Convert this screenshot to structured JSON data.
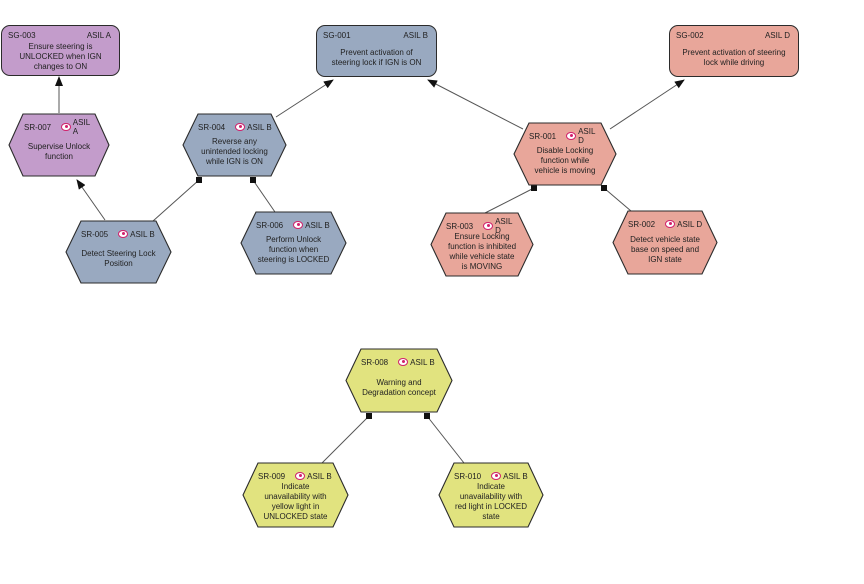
{
  "colors": {
    "purple": "#c39ccb",
    "blue": "#99a9c0",
    "red": "#e8a69a",
    "yellow": "#e1e37f",
    "stroke": "#2b2b2b",
    "edge": "#555555",
    "eye": "#d1206b"
  },
  "icons": {
    "asil": "eye-icon"
  },
  "goals": [
    {
      "id": "SG-003",
      "asil": "ASIL A",
      "text": "Ensure steering is UNLOCKED when IGN changes to ON"
    },
    {
      "id": "SG-001",
      "asil": "ASIL B",
      "text": "Prevent activation of steering lock if IGN is ON"
    },
    {
      "id": "SG-002",
      "asil": "ASIL D",
      "text": "Prevent activation of steering lock while driving"
    }
  ],
  "requirements": [
    {
      "id": "SR-007",
      "asil": "ASIL A",
      "text": "Supervise Unlock function"
    },
    {
      "id": "SR-004",
      "asil": "ASIL B",
      "text": "Reverse any unintended locking while IGN is ON"
    },
    {
      "id": "SR-001",
      "asil": "ASIL D",
      "text": "Disable Locking function while vehicle is moving"
    },
    {
      "id": "SR-005",
      "asil": "ASIL B",
      "text": "Detect Steering Lock Position"
    },
    {
      "id": "SR-006",
      "asil": "ASIL B",
      "text": "Perform Unlock function when steering is LOCKED"
    },
    {
      "id": "SR-003",
      "asil": "ASIL D",
      "text": "Ensure Locking function is inhibited while vehicle state is MOVING"
    },
    {
      "id": "SR-002",
      "asil": "ASIL D",
      "text": "Detect vehicle state base on speed and IGN  state"
    },
    {
      "id": "SR-008",
      "asil": "ASIL B",
      "text": "Warning and Degradation concept"
    },
    {
      "id": "SR-009",
      "asil": "ASIL B",
      "text": "Indicate unavailability with yellow light in UNLOCKED state"
    },
    {
      "id": "SR-010",
      "asil": "ASIL B",
      "text": "Indicate unavailability with red light in LOCKED state"
    }
  ],
  "edges": [
    {
      "from": "SR-007",
      "to": "SG-003",
      "type": "arrow"
    },
    {
      "from": "SR-004",
      "to": "SG-001",
      "type": "arrow"
    },
    {
      "from": "SR-001",
      "to": "SG-001",
      "type": "arrow"
    },
    {
      "from": "SR-001",
      "to": "SG-002",
      "type": "arrow"
    },
    {
      "from": "SR-005",
      "to": "SR-007",
      "type": "arrow"
    },
    {
      "from": "SR-005",
      "to": "SR-004",
      "type": "square"
    },
    {
      "from": "SR-006",
      "to": "SR-004",
      "type": "square"
    },
    {
      "from": "SR-003",
      "to": "SR-001",
      "type": "square"
    },
    {
      "from": "SR-002",
      "to": "SR-001",
      "type": "square"
    },
    {
      "from": "SR-009",
      "to": "SR-008",
      "type": "square"
    },
    {
      "from": "SR-010",
      "to": "SR-008",
      "type": "square"
    }
  ]
}
